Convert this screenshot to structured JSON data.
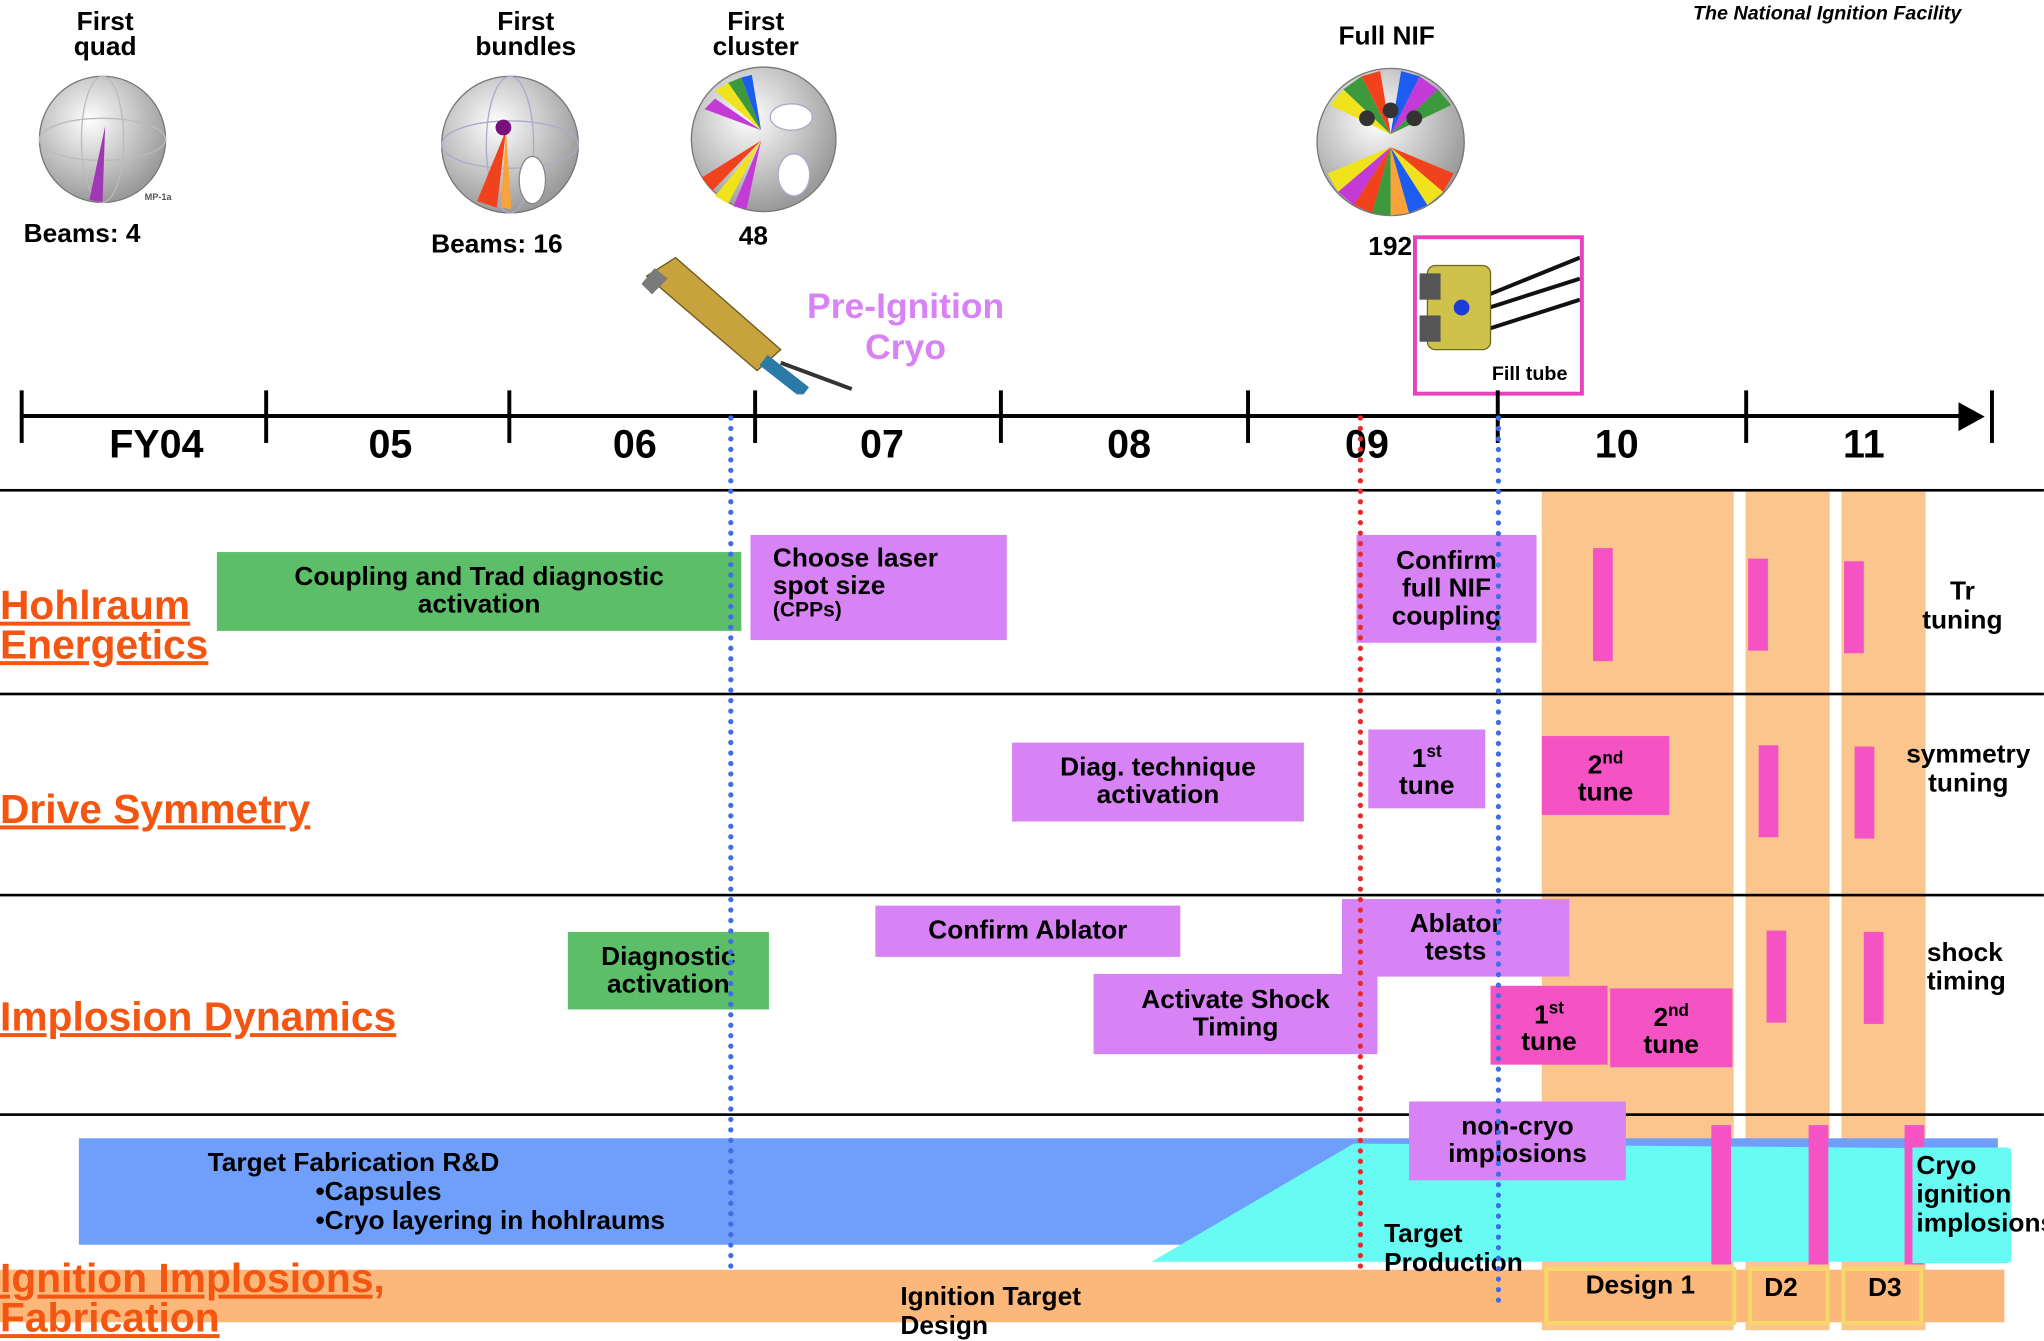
{
  "header": {
    "org_text": "The National Ignition Facility"
  },
  "milestones": {
    "first_quad": {
      "line1": "First",
      "line2": "quad",
      "caption": "Beams: 4"
    },
    "first_bundles": {
      "line1": "First",
      "line2": "bundles",
      "caption": "Beams: 16"
    },
    "first_cluster": {
      "line1": "First",
      "line2": "cluster",
      "caption": "48"
    },
    "full_nif": {
      "line1": "Full NIF",
      "caption": "192"
    },
    "pre_ignition": {
      "line1": "Pre-Ignition",
      "line2": "Cryo"
    },
    "fill_tube": {
      "label": "Fill tube"
    }
  },
  "timeline": {
    "years": [
      "FY04",
      "05",
      "06",
      "07",
      "08",
      "09",
      "10",
      "11"
    ]
  },
  "rows": [
    {
      "line1": "Hohlraum",
      "line2": "Energetics"
    },
    {
      "line1": "Drive Symmetry"
    },
    {
      "line1": "Implosion Dynamics"
    },
    {
      "line1": "Ignition Implosions,",
      "line2": "Fabrication"
    }
  ],
  "boxes": {
    "coupling": {
      "line1": "Coupling and Trad diagnostic",
      "line2": "activation"
    },
    "laser_spot": {
      "line1": "Choose laser",
      "line2": "spot size",
      "line3": "(CPPs)"
    },
    "confirm_coupling": {
      "line1": "Confirm",
      "line2": "full NIF",
      "line3": "coupling"
    },
    "diag_technique": {
      "line1": "Diag. technique",
      "line2": "activation"
    },
    "tune1": {
      "num": "1",
      "sup": "st",
      "word": "tune"
    },
    "tune2": {
      "num": "2",
      "sup": "nd",
      "word": "tune"
    },
    "confirm_ablator": {
      "line1": "Confirm Ablator"
    },
    "diagnostic_activation": {
      "line1": "Diagnostic",
      "line2": "activation"
    },
    "ablator_tests": {
      "line1": "Ablator",
      "line2": "tests"
    },
    "shock_timing": {
      "line1": "Activate Shock",
      "line2": "Timing"
    },
    "imp_tune1": {
      "num": "1",
      "sup": "st",
      "word": "tune"
    },
    "imp_tune2": {
      "num": "2",
      "sup": "nd",
      "word": "tune"
    },
    "non_cryo": {
      "line1": "non-cryo",
      "line2": "implosions"
    }
  },
  "target_fab": {
    "line1": "Target Fabrication R&D",
    "line2": "•Capsules",
    "line3": "•Cryo layering in hohlraums"
  },
  "target_production": {
    "line1": "Target",
    "line2": "Production"
  },
  "ignition_design": {
    "line1": "Ignition Target",
    "line2": "Design"
  },
  "designs": [
    "Design 1",
    "D2",
    "D3"
  ],
  "right_labels": {
    "tr": {
      "line1": "Tr",
      "line2": "tuning"
    },
    "symmetry": {
      "line1": "symmetry",
      "line2": "tuning"
    },
    "shock": {
      "line1": "shock",
      "line2": "timing"
    },
    "cryo": {
      "line1": "Cryo",
      "line2": "ignition",
      "line3": "implosions"
    }
  },
  "colors": {
    "row_label": "#f45510",
    "purple": "#d883f5",
    "green": "#5cbe68",
    "orange_band": "#fbc68e",
    "pink": "#f552c4",
    "blue_bar": "#6f9ffb",
    "cyan": "#67fbf4",
    "orange_bar": "#fbb87a",
    "blue_dots": "#3f6de8",
    "red_dots": "#e52b2b"
  }
}
